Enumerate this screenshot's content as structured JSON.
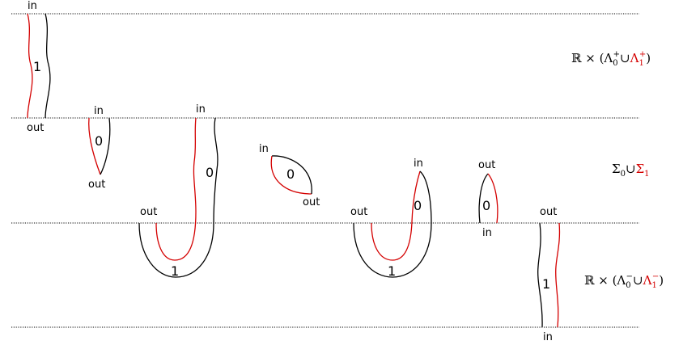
{
  "colors": {
    "strand_0": "#000000",
    "strand_1": "#d40000"
  },
  "level_labels": {
    "top": {
      "prefix": "ℝ × (Λ",
      "sub0": "0",
      "sup0": "+",
      "cup": "∪",
      "lambda1": "Λ",
      "sub1": "1",
      "sup1": "+",
      "suffix": ")"
    },
    "middle": {
      "sigma0": "Σ",
      "sub0": "0",
      "cup": "∪",
      "sigma1": "Σ",
      "sub1": "1"
    },
    "bottom": {
      "prefix": "ℝ × (Λ",
      "sub0": "0",
      "sup0": "−",
      "cup": "∪",
      "lambda1": "Λ",
      "sub1": "1",
      "sup1": "−",
      "suffix": ")"
    }
  },
  "pieces": [
    {
      "id": "strip-top",
      "in": "in",
      "out": "out",
      "index": "1"
    },
    {
      "id": "half-disk-a",
      "in": "in",
      "out": "out",
      "index": "0"
    },
    {
      "id": "cup-long",
      "in": "in",
      "out": "out",
      "index_upper": "0",
      "index_lower": "1"
    },
    {
      "id": "half-disk-b",
      "in": "in",
      "out": "out",
      "index": "0"
    },
    {
      "id": "cup-short",
      "in": "in",
      "out": "out",
      "index_upper": "0",
      "index_lower": "1"
    },
    {
      "id": "half-disk-c",
      "in": "in",
      "out": "out",
      "index": "0"
    },
    {
      "id": "strip-bottom",
      "in": "in",
      "out": "out",
      "index": "1"
    }
  ]
}
